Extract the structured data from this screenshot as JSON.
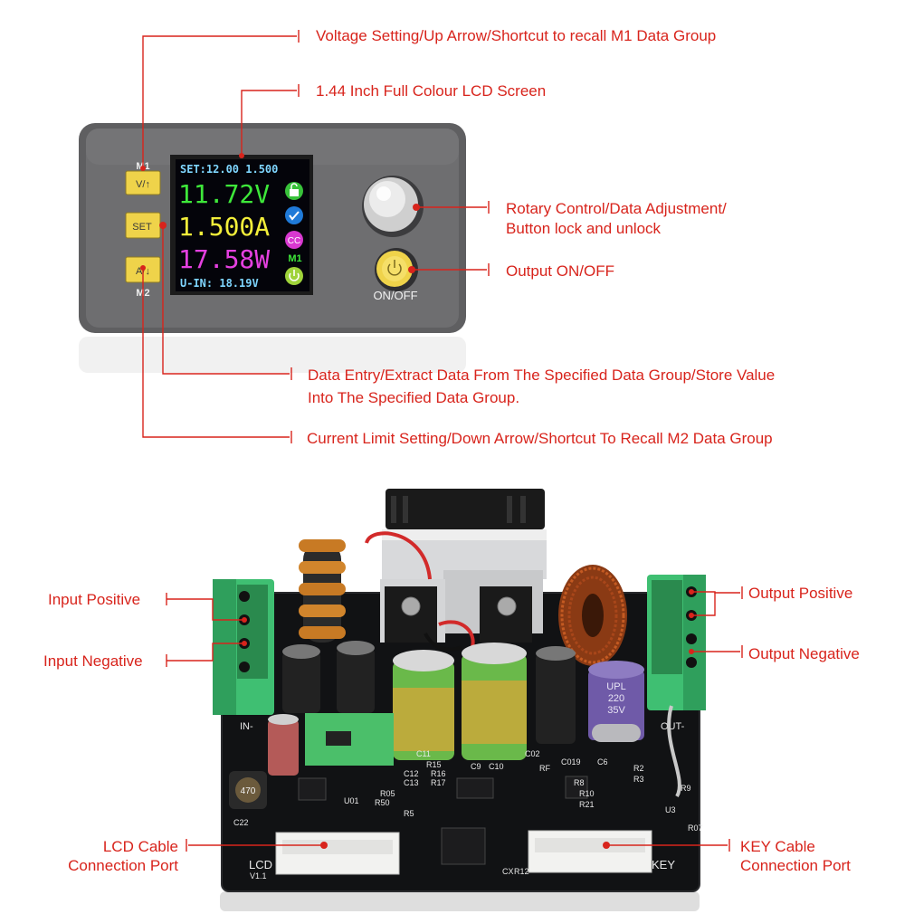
{
  "colors": {
    "label": "#d8241c",
    "panel": "#6a6a6c",
    "button": "#efd34a",
    "pcb": "#111214",
    "terminal": "#3fbf72"
  },
  "labels": {
    "voltage_setting": "Voltage Setting/Up Arrow/Shortcut to recall M1 Data Group",
    "lcd_screen": "1.44 Inch Full Colour LCD Screen",
    "rotary_line1": "Rotary Control/Data Adjustment/",
    "rotary_line2": "Button lock and unlock",
    "output_onoff": "Output ON/OFF",
    "data_entry_line1": "Data Entry/Extract Data From The Specified Data Group/Store Value",
    "data_entry_line2": "Into The Specified Data Group.",
    "current_limit": "Current Limit Setting/Down Arrow/Shortcut To Recall M2 Data Group",
    "input_positive": "Input Positive",
    "input_negative": "Input Negative",
    "output_positive": "Output Positive",
    "output_negative": "Output Negative",
    "lcd_cable_line1": "LCD Cable",
    "lcd_cable_line2": "Connection Port",
    "key_cable_line1": "KEY Cable",
    "key_cable_line2": "Connection Port"
  },
  "device": {
    "m1": "M1",
    "m2": "M2",
    "btn_v": "V/↑",
    "btn_set": "SET",
    "btn_a": "A/↓",
    "onoff": "ON/OFF",
    "screen": {
      "set_line": "SET:12.00 1.500",
      "voltage": "11.72V",
      "current": "1.500A",
      "power": "17.58W",
      "input": "U-IN: 18.19V",
      "cc": "CC",
      "m1": "M1"
    }
  },
  "board": {
    "in_label": "IN-",
    "out_label": "OUT-",
    "lcd_port_label": "LCD",
    "lcd_port_version": "V1.1",
    "key_port_label": "KEY",
    "cap_label_line1": "UPL",
    "cap_label_line2": "220",
    "cap_label_line3": "35V",
    "inductor_label": "470",
    "component_labels": [
      "RF",
      "R15",
      "R16",
      "R17",
      "C9",
      "C10",
      "C02",
      "C019",
      "C6",
      "R2",
      "R3",
      "R9",
      "C12",
      "C13",
      "R5",
      "U01",
      "U3",
      "R12",
      "R8",
      "R10",
      "R21",
      "R05",
      "C11",
      "CX",
      "R50",
      "C22",
      "R07"
    ]
  }
}
